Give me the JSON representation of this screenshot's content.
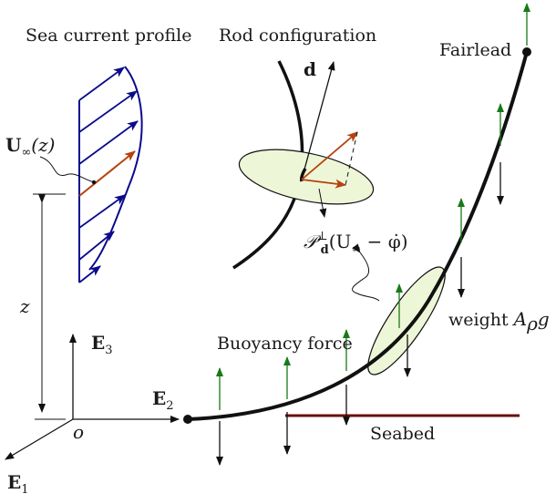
{
  "labels": {
    "sea_current_profile": "Sea current profile",
    "rod_configuration": "Rod configuration",
    "fairlead": "Fairlead",
    "buoyancy_force": "Buoyancy force",
    "weight_prefix": "weight ",
    "weight_symbol": "A",
    "weight_subscript": "ρ",
    "weight_suffix": "g",
    "seabed": "Seabed",
    "d_vector": "d",
    "u_inf_base": "U",
    "u_inf_sub": "∞",
    "u_inf_arg": "(z)",
    "z_axis": "z",
    "origin": "o",
    "e1_base": "E",
    "e1_sub": "1",
    "e2_base": "E",
    "e2_sub": "2",
    "e3_base": "E",
    "e3_sub": "3",
    "projection_op": "𝒫",
    "projection_sup": "⊥",
    "projection_sub": "d",
    "projection_body": "(U",
    "projection_inf": "∞",
    "projection_tail": " − φ̇)"
  },
  "colors": {
    "current_arrows": "#0a0a8c",
    "highlight_arrow": "#b5420c",
    "buoyancy": "#167a16",
    "weight": "#111111",
    "seabed": "#6b0f0f",
    "disc_fill": "#eef6d8"
  }
}
